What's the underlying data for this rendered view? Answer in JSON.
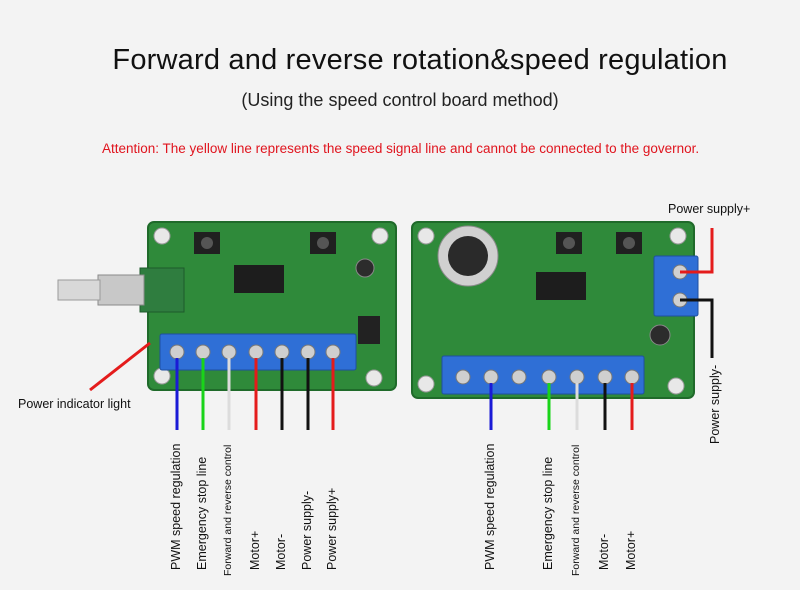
{
  "header": {
    "title": "Forward and reverse rotation&speed regulation",
    "subtitle": "(Using the speed control board method)",
    "attention": "Attention: The yellow line represents the speed signal line and cannot be connected to the governor."
  },
  "left_board": {
    "annotation": "Power indicator light",
    "wires": [
      {
        "label": "PWM speed regulation",
        "color": "#1a1ad6"
      },
      {
        "label": "Emergency stop line",
        "color": "#19d419"
      },
      {
        "label": "Forward and reverse control",
        "color": "#dcdcdc"
      },
      {
        "label": "Motor+",
        "color": "#e41b1b"
      },
      {
        "label": "Motor-",
        "color": "#111111"
      },
      {
        "label": "Power supply-",
        "color": "#111111"
      },
      {
        "label": "Power supply+",
        "color": "#e41b1b"
      }
    ]
  },
  "right_board": {
    "top_label": "Power supply+",
    "side_label": "Power supply-",
    "wires": [
      {
        "label": "PWM speed regulation",
        "color": "#1a1ad6"
      },
      {
        "label": "Emergency stop line",
        "color": "#19d419"
      },
      {
        "label": "Forward and reverse control",
        "color": "#dcdcdc"
      },
      {
        "label": "Motor-",
        "color": "#111111"
      },
      {
        "label": "Motor+",
        "color": "#e41b1b"
      }
    ]
  },
  "colors": {
    "pcb": "#2f8a3a",
    "terminal": "#2f6fd6",
    "attention": "#e0141e"
  }
}
